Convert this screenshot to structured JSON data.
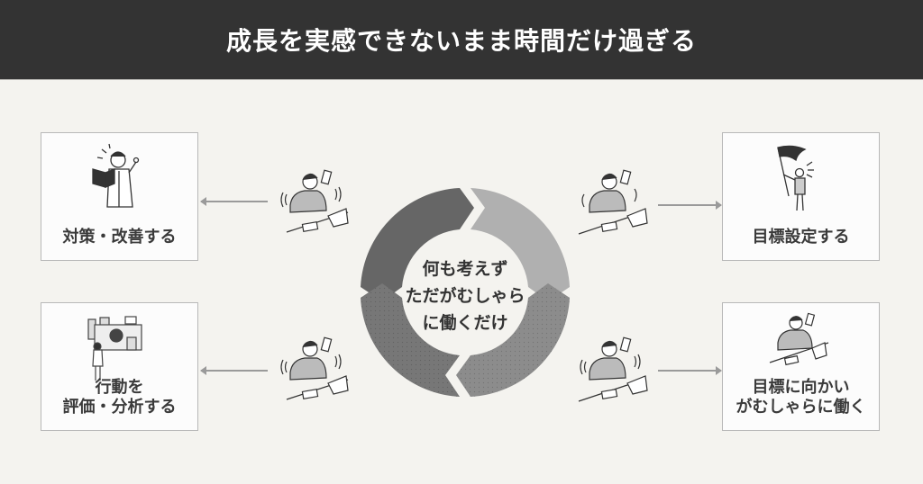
{
  "header": {
    "title": "成長を実感できないまま時間だけ過ぎる"
  },
  "colors": {
    "header_bg": "#333333",
    "background": "#f4f3ef",
    "segment_top_left": "#666666",
    "segment_top_right": "#b0b0b0",
    "segment_bottom_right": "#8c8c8c",
    "segment_bottom_left": "#777777"
  },
  "center": {
    "lines": [
      "何も考えず",
      "ただがむしゃら",
      "に働くだけ"
    ]
  },
  "boxes": [
    {
      "id": "top-left",
      "label": "対策・改善する",
      "illustration": "person-reading-book-icon"
    },
    {
      "id": "bottom-left",
      "label": "行動を\n評価・分析する",
      "illustration": "person-analyzing-charts-icon"
    },
    {
      "id": "top-right",
      "label": "目標設定する",
      "illustration": "person-holding-flag-icon"
    },
    {
      "id": "bottom-right",
      "label": "目標に向かい\nがむしゃらに働く",
      "illustration": "busy-worker-icon"
    }
  ],
  "workers": [
    {
      "position": "top-left",
      "illustration": "busy-worker-icon"
    },
    {
      "position": "top-right",
      "illustration": "busy-worker-icon"
    },
    {
      "position": "bottom-left",
      "illustration": "busy-worker-icon"
    },
    {
      "position": "bottom-right",
      "illustration": "busy-worker-icon"
    }
  ]
}
